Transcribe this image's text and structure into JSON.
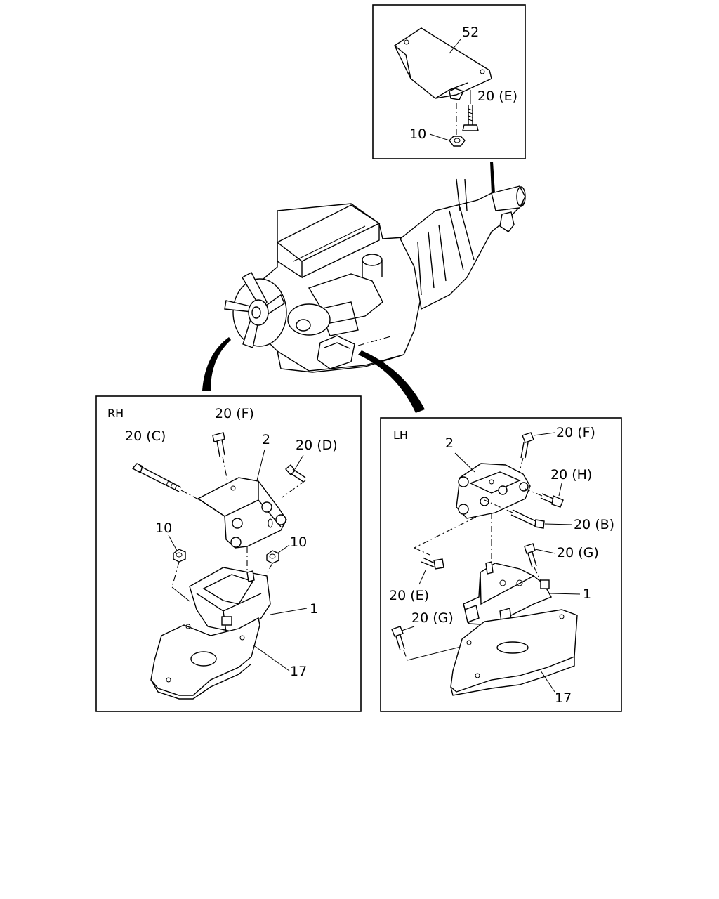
{
  "inset": {
    "bracket": "52",
    "bolt": "20 (E)",
    "nut": "10"
  },
  "rh": {
    "title": "RH",
    "bolt_f": "20 (F)",
    "bolt_c": "20 (C)",
    "bracket": "2",
    "bolt_d": "20 (D)",
    "nut_left": "10",
    "nut_right": "10",
    "mount": "1",
    "plate": "17"
  },
  "lh": {
    "title": "LH",
    "bracket": "2",
    "bolt_f": "20 (F)",
    "bolt_h": "20 (H)",
    "bolt_b": "20 (B)",
    "bolt_g_top": "20 (G)",
    "mount": "1",
    "bolt_e": "20 (E)",
    "bolt_g_left": "20 (G)",
    "plate": "17"
  }
}
